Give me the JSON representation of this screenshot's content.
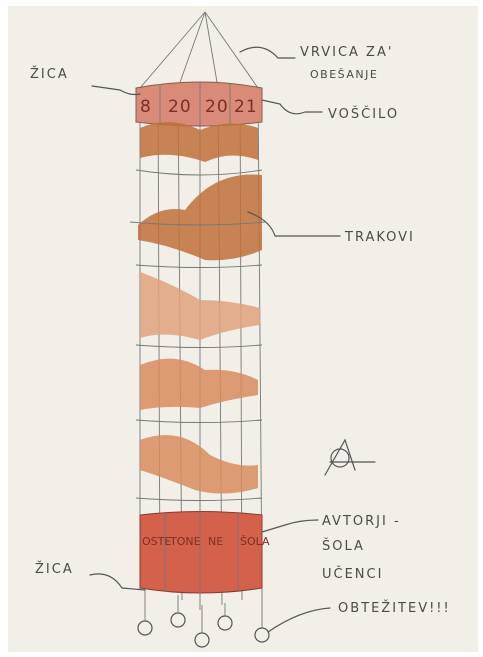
{
  "labels": {
    "hanging_cord_line1": "VRVICA ZA'",
    "hanging_cord_line2": "OBEŠANJE",
    "wire_top": "ŽICA",
    "greeting": "VOŠČILO",
    "ribbons": "TRAKOVI",
    "authors_line1": "AVTORJI -",
    "authors_line2": "ŠOLA",
    "authors_line3": "UČENCI",
    "wire_bottom": "ŽICA",
    "weights": "OBTEŽITEV!!!"
  },
  "top_band": {
    "segments": [
      "8",
      "20",
      "20",
      "21"
    ]
  },
  "bottom_band": {
    "segments": [
      "OSTE",
      "TONE",
      "NE",
      "ŠOLA"
    ]
  },
  "colors": {
    "paper": "#f2efe9",
    "top_band": "#d98a78",
    "bottom_band": "#d4614c",
    "ribbon_dark": "#c0703a",
    "ribbon_light": "#e0a27d",
    "pencil": "#555555"
  }
}
